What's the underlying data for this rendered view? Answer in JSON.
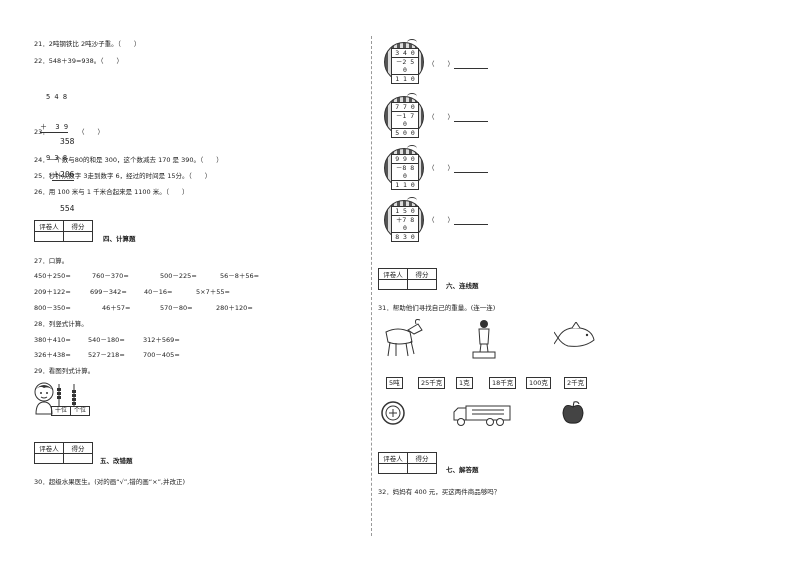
{
  "left": {
    "q21": "21．2吨钢铁比 2吨沙子重。（　　）",
    "q22": "22．548＋39=938。（　　）",
    "q22_vert": {
      "row1": "5 4 8",
      "row2": "＋  3 9",
      "row3": "9 3 8"
    },
    "q23_vert": {
      "top": "358",
      "mid": "＋206",
      "bot": "554"
    },
    "q23_label": "23．",
    "q23_paren": "（　　）",
    "q24": "24．一个数与80的和是 300，这个数减去 170 是 390。（　　）",
    "q25": "25．秒针从数字 3走到数字 6，经过的时间是 15分。（　　）",
    "q26": "26．用 100 米与 1 千米合起来是 1100 米。（　　）",
    "sec4_title": "四、计算题",
    "q27": "27．口算。",
    "oral_rows": [
      [
        "450＋250=",
        "760－370=",
        "500－225=",
        "56－8＋56="
      ],
      [
        "209＋122=",
        "699－342=",
        "40－16=",
        "5×7＋55="
      ],
      [
        "800－350=",
        "46＋57=",
        "570－80=",
        "280＋120="
      ]
    ],
    "q28": "28．列竖式计算。",
    "vert_rows": [
      [
        "380＋410=",
        "540－180=",
        "312＋569="
      ],
      [
        "326＋438=",
        "527－218=",
        "700－405="
      ]
    ],
    "q29": "29．看图列式计算。",
    "abacus_labels": [
      "十位",
      "个位"
    ],
    "sec5_title": "五、改错题",
    "q30": "30．超级水果医生。(对的画“√”,错的画“×”,并改正)"
  },
  "grader": {
    "reviewer": "评卷人",
    "score": "得分"
  },
  "right": {
    "melons": [
      {
        "a": "3 4 0",
        "b": "－2 5 0",
        "c": "1 1 0",
        "paren": "（　　）"
      },
      {
        "a": "7 7 0",
        "b": "－1 7 0",
        "c": "5 0 0",
        "paren": "（　　）"
      },
      {
        "a": "9 9 0",
        "b": "－8 8 0",
        "c": "1 1 0",
        "paren": "（　　）"
      },
      {
        "a": "1 5 0",
        "b": "＋7 8 0",
        "c": "8 3 0",
        "paren": "（　　）"
      }
    ],
    "sec6_title": "六、连线题",
    "q31": "31．帮助他们寻找自己的重量。(连一连)",
    "units": [
      "5吨",
      "25千克",
      "1克",
      "18千克",
      "100克",
      "2千克"
    ],
    "sec7_title": "七、解答题",
    "q32": "32．妈妈有 400 元，买这两件商品够吗？"
  }
}
